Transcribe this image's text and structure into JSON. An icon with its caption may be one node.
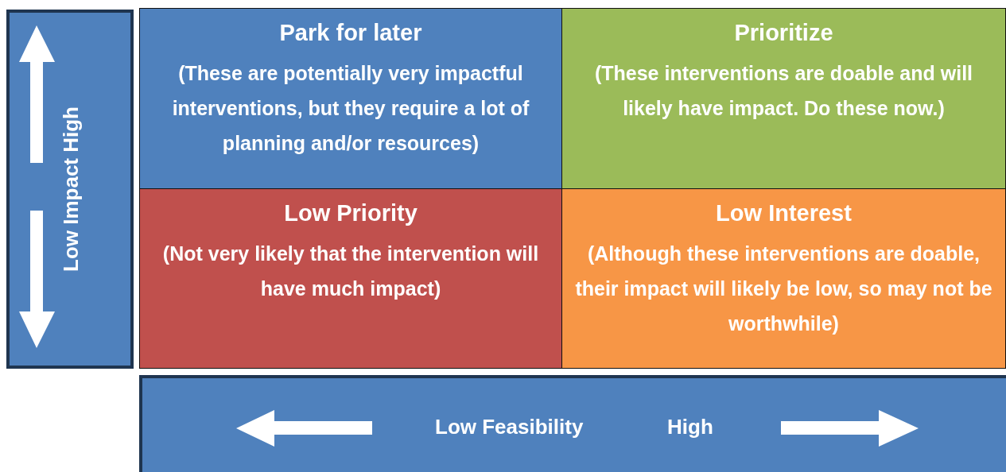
{
  "diagram": {
    "nodes": [
      {
        "text": [
          "Low Impact High"
        ]
      },
      {
        "text": [
          "Park for later",
          "(These are potentially very impactful interventions, but they require a lot of planning and/or resources)"
        ]
      },
      {
        "text": [
          "Prioritize",
          "(These interventions are doable and will likely have impact. Do these now.)"
        ]
      },
      {
        "text": [
          "Low Priority",
          "(Not very likely that the intervention will have much impact)"
        ]
      },
      {
        "text": [
          "Low Interest",
          "(Although these interventions are doable, their impact will likely be low, so may not be worthwhile)"
        ]
      },
      {
        "text": [
          "Low Feasibility",
          "High"
        ]
      }
    ]
  }
}
